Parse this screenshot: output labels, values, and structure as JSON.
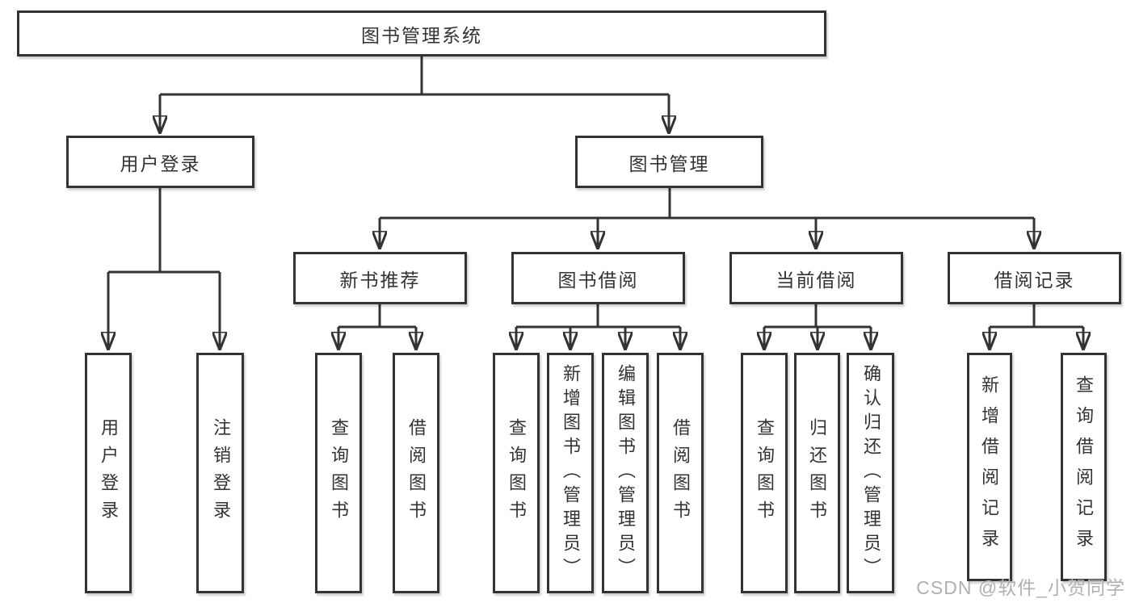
{
  "tree": {
    "label": "图书管理系统",
    "children": [
      {
        "label": "用户登录",
        "children": [
          {
            "label": "用户登录"
          },
          {
            "label": "注销登录"
          }
        ]
      },
      {
        "label": "图书管理",
        "children": [
          {
            "label": "新书推荐",
            "children": [
              {
                "label": "查询图书"
              },
              {
                "label": "借阅图书"
              }
            ]
          },
          {
            "label": "图书借阅",
            "children": [
              {
                "label": "查询图书"
              },
              {
                "label": "新增图书（管理员）"
              },
              {
                "label": "编辑图书（管理员）"
              },
              {
                "label": "借阅图书"
              }
            ]
          },
          {
            "label": "当前借阅",
            "children": [
              {
                "label": "查询图书"
              },
              {
                "label": "归还图书"
              },
              {
                "label": "确认归还（管理员）"
              }
            ]
          },
          {
            "label": "借阅记录",
            "children": [
              {
                "label": "新增借阅记录"
              },
              {
                "label": "查询借阅记录"
              }
            ]
          }
        ]
      }
    ]
  },
  "watermark": {
    "text": "CSDN @软件_小贺同学"
  },
  "colors": {
    "line": "#333333",
    "text": "#333333",
    "box_background": "#ffffff",
    "watermark": "#b0b0b0",
    "background": "#ffffff"
  }
}
